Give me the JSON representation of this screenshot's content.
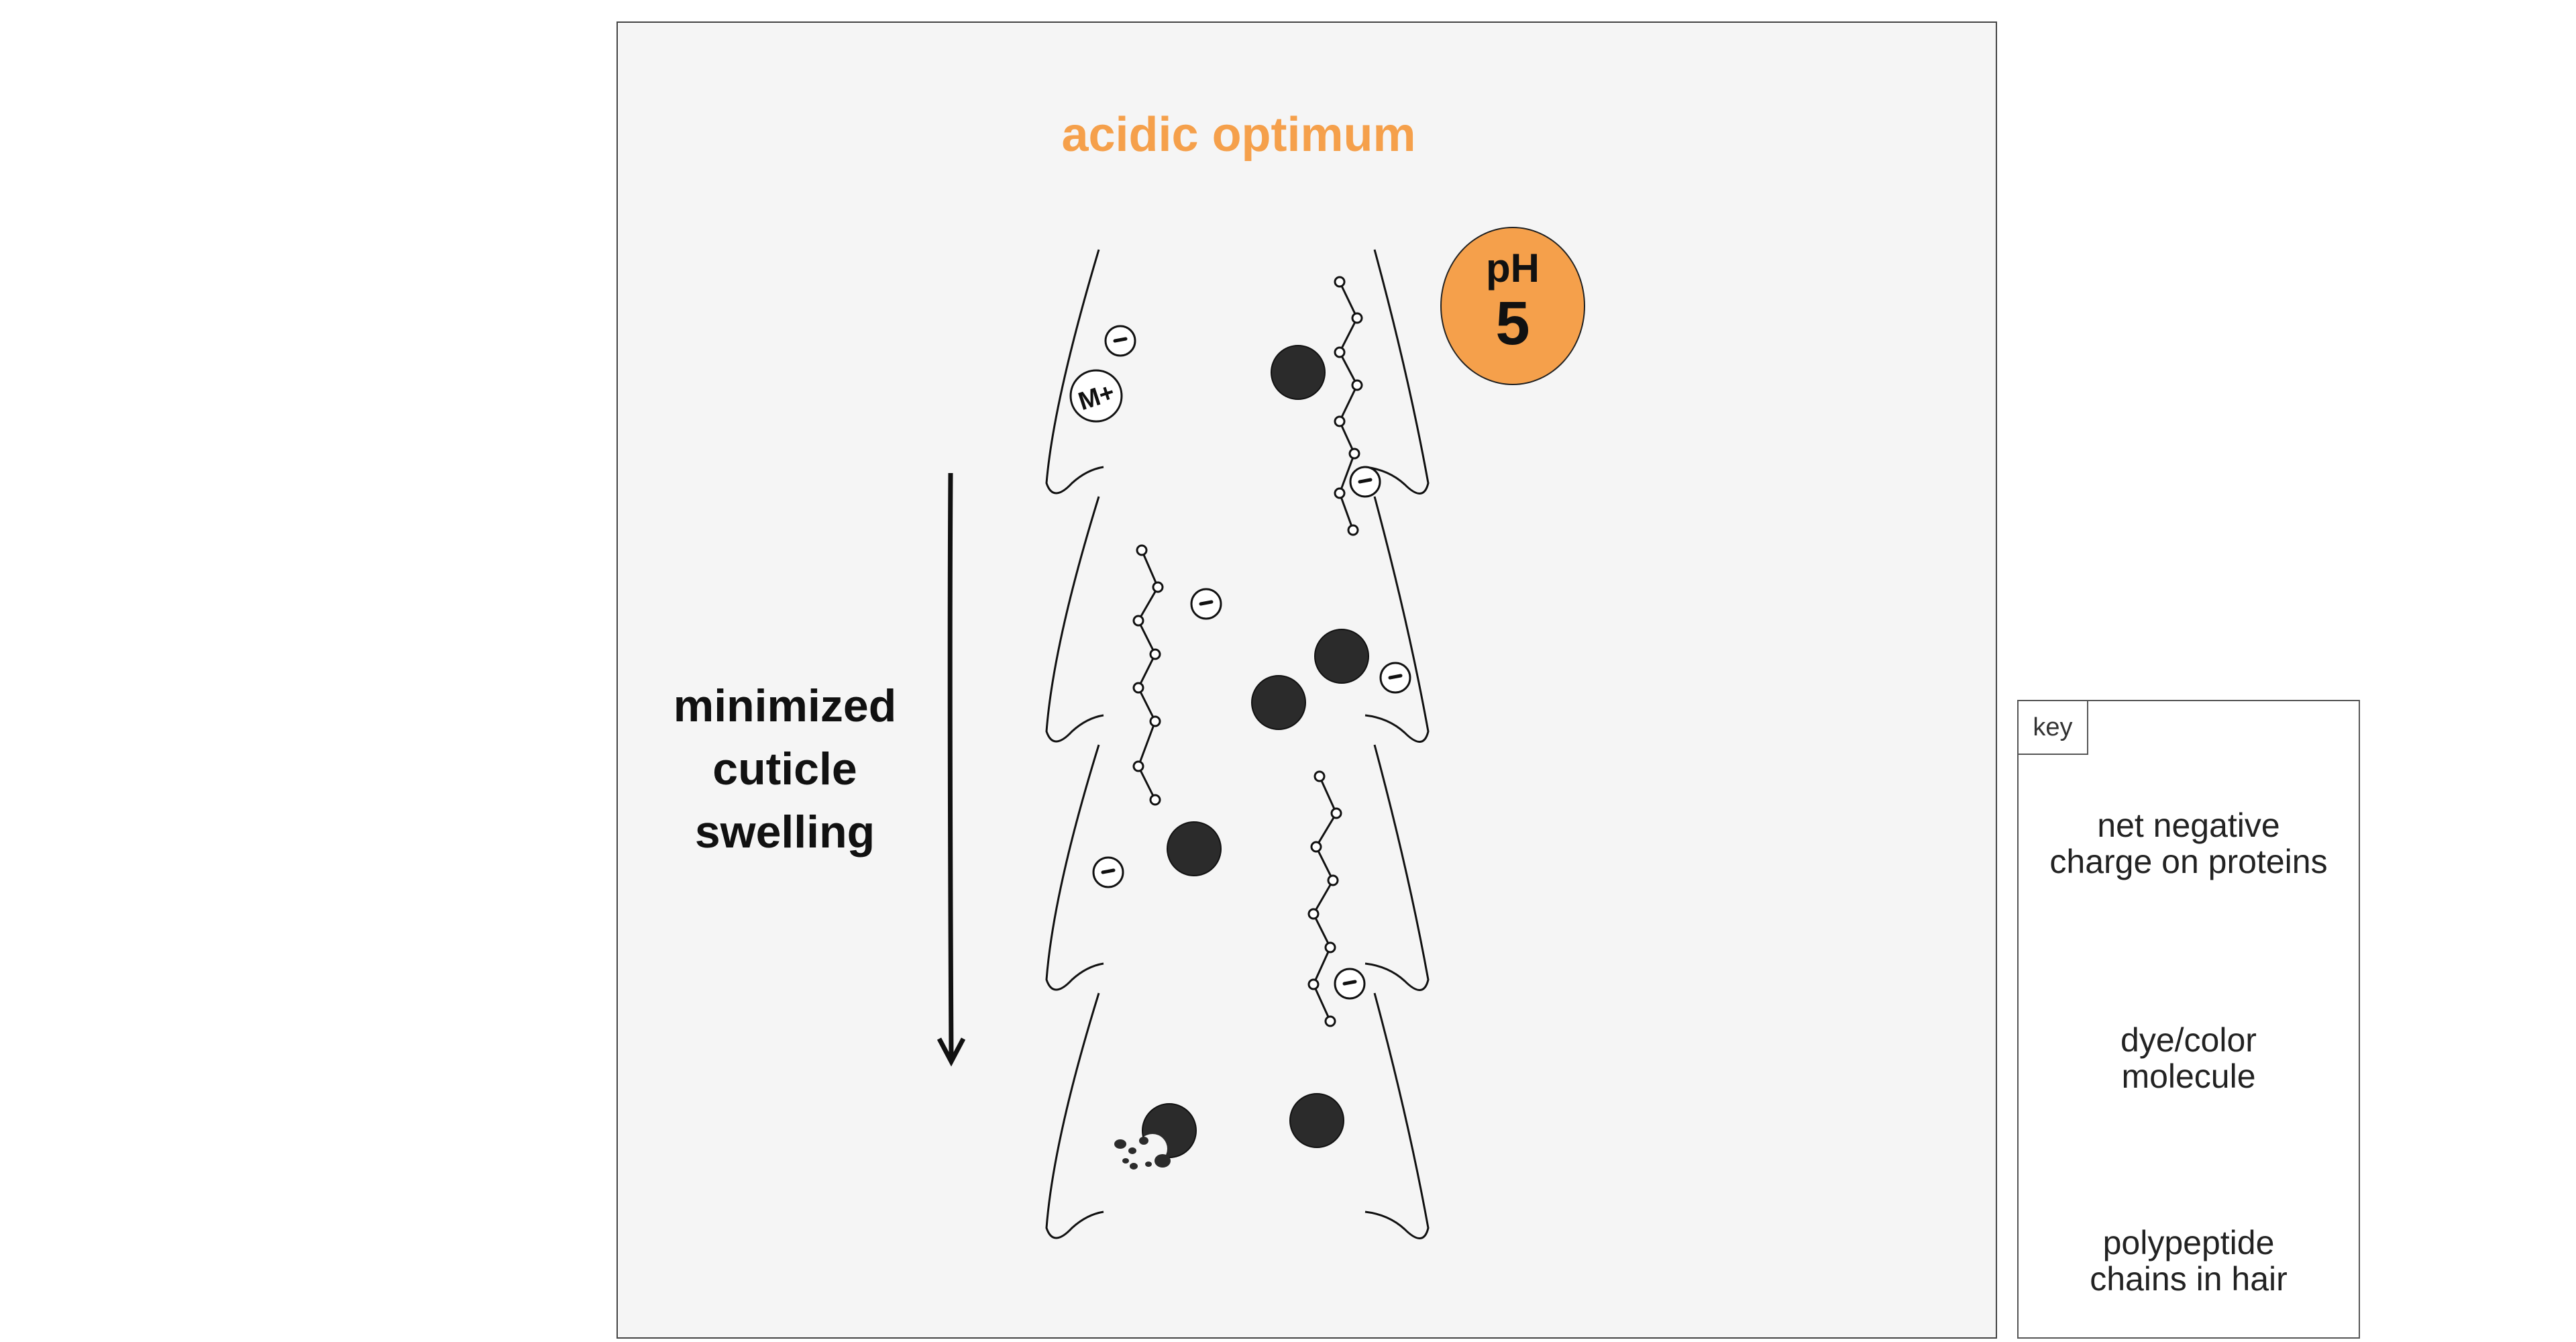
{
  "diagram": {
    "title": "acidic optimum",
    "side_label_lines": [
      "minimized",
      "cuticle",
      "swelling"
    ],
    "ph_badge": {
      "label": "pH",
      "value": "5"
    },
    "metal_ion_label": "M+",
    "negative_charge_symbol": "−"
  },
  "key": {
    "tab_label": "key",
    "items": [
      {
        "name": "negative-charge",
        "lines": [
          "net negative",
          "charge on proteins"
        ]
      },
      {
        "name": "dye-molecule",
        "lines": [
          "dye/color",
          "molecule"
        ]
      },
      {
        "name": "polypeptide-chain",
        "lines": [
          "polypeptide",
          "chains in hair"
        ]
      }
    ]
  },
  "colors": {
    "accent_orange": "#f5a04b",
    "dye": "#2b2b2b",
    "panel_bg": "#f5f5f5"
  }
}
